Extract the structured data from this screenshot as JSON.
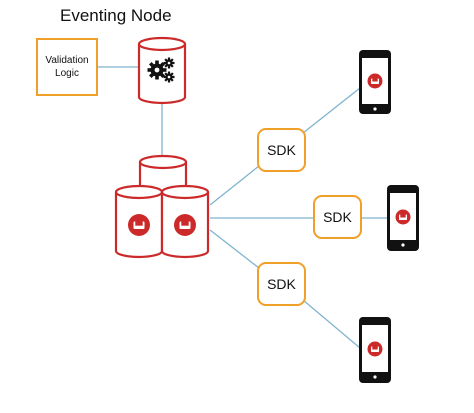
{
  "title": "Eventing Node",
  "validation_box": {
    "label": "Validation\nLogic"
  },
  "sdk_boxes": [
    {
      "label": "SDK"
    },
    {
      "label": "SDK"
    },
    {
      "label": "SDK"
    }
  ],
  "icons": {
    "eventing_node": "database-with-gears-icon",
    "cluster": "database-cluster-icon",
    "devices": "smartphone-icon",
    "logo": "couchbase-logo-icon"
  },
  "colors": {
    "database_red": "#cc2a2a",
    "box_orange": "#f0a028",
    "connector_blue": "#7fb3cf",
    "phone_black": "#111111"
  }
}
